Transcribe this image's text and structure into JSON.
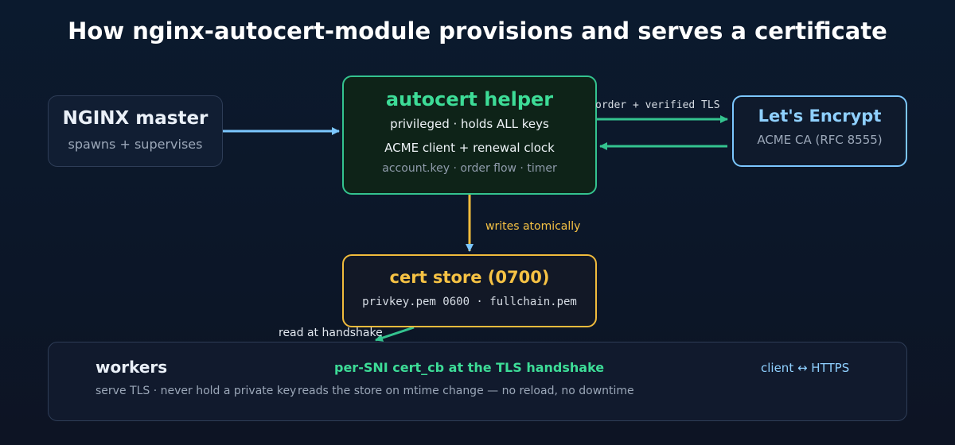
{
  "title": "How nginx-autocert-module provisions and serves a certificate",
  "nodes": {
    "master": {
      "name": "NGINX master",
      "sub": "spawns + supervises"
    },
    "helper": {
      "name": "autocert helper",
      "line1": "privileged · holds ALL keys",
      "line2": "ACME client + renewal clock",
      "line3": "account.key · order flow · timer"
    },
    "letsencrypt": {
      "name": "Let's Encrypt",
      "sub": "ACME CA (RFC 8555)"
    },
    "store": {
      "name": "cert store (0700)",
      "files": "privkey.pem 0600 · fullchain.pem"
    },
    "workers": {
      "name": "workers",
      "sub": "serve TLS · never hold a private key",
      "callback": "per-SNI cert_cb at the TLS handshake",
      "reload": "reads the store on mtime change — no reload, no downtime",
      "client": "client ↔ HTTPS"
    }
  },
  "edges": {
    "order": "order + verified TLS",
    "writes": "writes atomically",
    "read": "read at handshake"
  },
  "colors": {
    "green": "#34c38f",
    "blue": "#7cc7ff",
    "amber": "#f0bb3c",
    "background": "#0b1a2e"
  }
}
